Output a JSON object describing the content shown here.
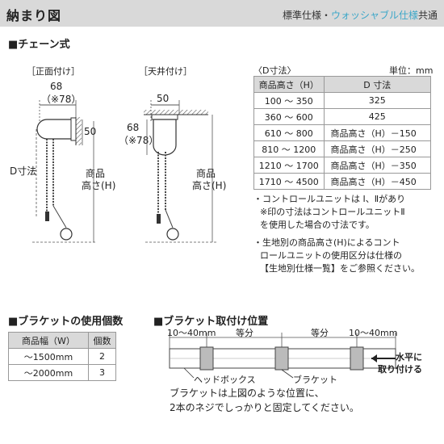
{
  "header": {
    "title": "納まり図",
    "right_prefix": "標準仕様・",
    "right_wash": "ウォッシャブル仕様",
    "right_suffix": "共通"
  },
  "chain_section": {
    "title": "■チェーン式",
    "front_label": "［正面付け］",
    "ceiling_label": "［天井付け］",
    "front_width": "68",
    "front_width_alt": "（※78）",
    "front_depth": "50",
    "front_d_label": "D寸法",
    "front_height_label_1": "商品",
    "front_height_label_2": "高さ(H)",
    "ceiling_width": "50",
    "ceiling_depth": "68",
    "ceiling_depth_alt": "（※78）",
    "ceiling_height_label_1": "商品",
    "ceiling_height_label_2": "高さ(H)"
  },
  "d_table": {
    "title": "〈D寸法〉",
    "unit": "単位：mm",
    "headers": [
      "商品高さ（H）",
      "D 寸法"
    ],
    "rows": [
      [
        "100 ～ 350",
        "325"
      ],
      [
        "360 ～ 600",
        "425"
      ],
      [
        "610 ～ 800",
        "商品高さ（H）－150"
      ],
      [
        "810 ～ 1200",
        "商品高さ（H）－250"
      ],
      [
        "1210 ～ 1700",
        "商品高さ（H）－350"
      ],
      [
        "1710 ～ 4500",
        "商品高さ（H）－450"
      ]
    ]
  },
  "notes": [
    "・コントロールユニットは Ⅰ、Ⅱがあり",
    "※印の寸法はコントロールユニットⅡ",
    "を使用した場合の寸法です。",
    "・生地別の商品高さ(H)によるコント",
    "ロールユニットの使用区分は仕様の",
    "【生地別仕様一覧】をご参照ください。"
  ],
  "bracket_count": {
    "title": "■ブラケットの使用個数",
    "headers": [
      "商品幅（W）",
      "個数"
    ],
    "rows": [
      [
        "～1500mm",
        "2"
      ],
      [
        "～2000mm",
        "3"
      ]
    ]
  },
  "bracket_position": {
    "title": "■ブラケット取付け位置",
    "dim_left": "10～40mm",
    "dim_equal_1": "等分",
    "dim_equal_2": "等分",
    "dim_right": "10～40mm",
    "headbox_label": "ヘッドボックス",
    "bracket_label": "ブラケット",
    "level_label_1": "水平に",
    "level_label_2": "取り付ける",
    "note_1": "ブラケットは上図のような位置に、",
    "note_2": "2本のネジでしっかりと固定してください。"
  }
}
